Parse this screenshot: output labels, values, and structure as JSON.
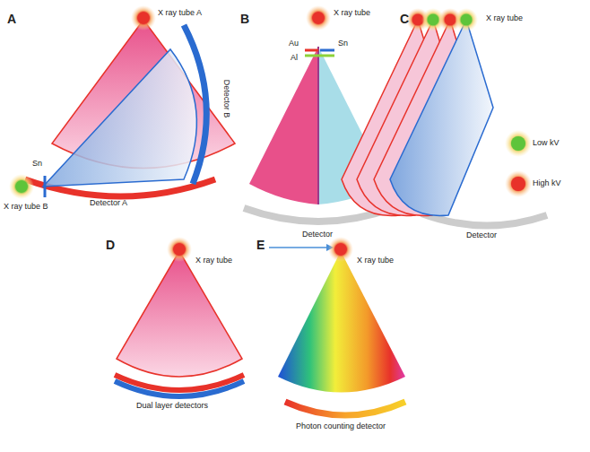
{
  "diagram": {
    "labels": [
      "A",
      "X ray tube A",
      "Sn",
      "X ray tube B",
      "Detector B",
      "Detector A",
      "B",
      "X ray tube",
      "Au",
      "Sn",
      "Al",
      "Detector",
      "C",
      "X ray tube",
      "Detector",
      "D",
      "X ray tube",
      "Dual layer detectors",
      "E",
      "X ray tube",
      "Photon counting detector"
    ],
    "legend": [
      {
        "text": "Low kV",
        "color": "#5ec43a"
      },
      {
        "text": "High kV",
        "color": "#e8322a"
      }
    ]
  }
}
